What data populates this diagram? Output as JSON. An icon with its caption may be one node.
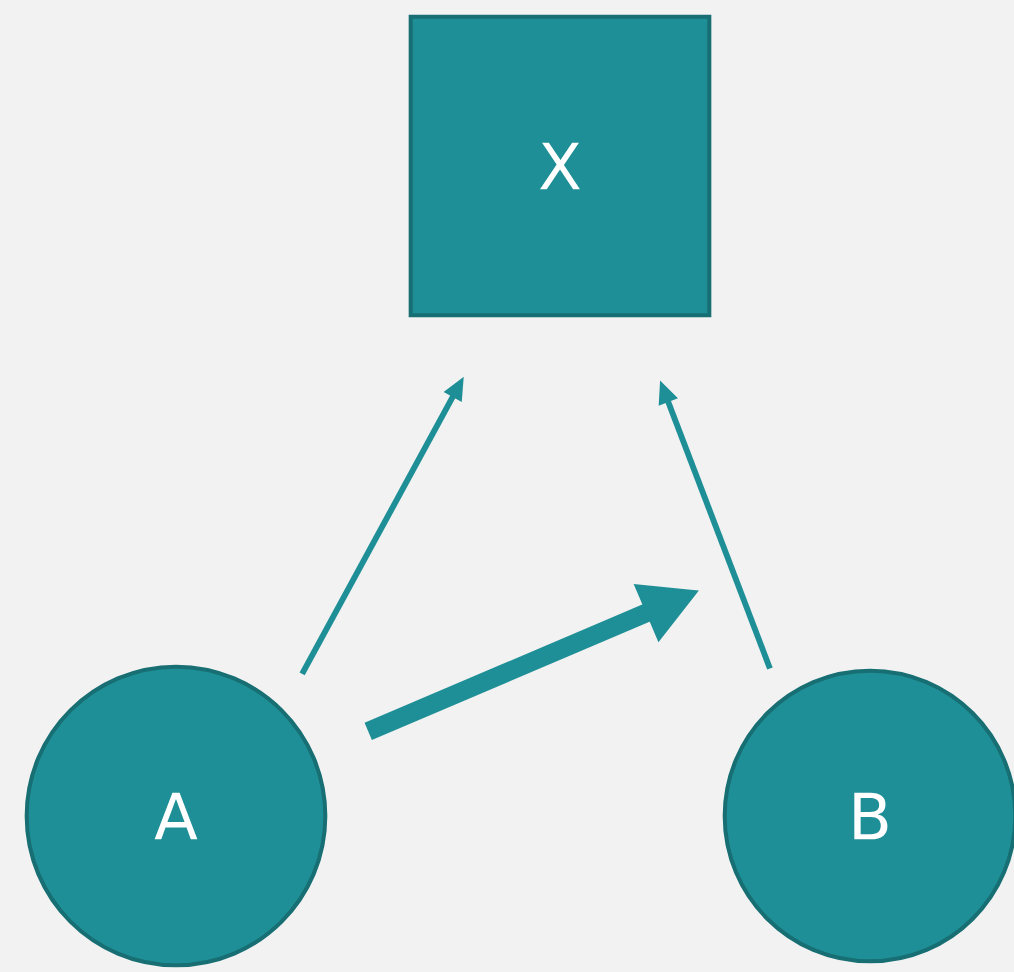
{
  "diagram": {
    "nodes": [
      {
        "text": [
          "X"
        ]
      },
      {
        "text": [
          "A"
        ]
      },
      {
        "text": [
          "B"
        ]
      }
    ],
    "edges": [
      {
        "from": 1,
        "to": 0,
        "arrow": "to"
      },
      {
        "from": 2,
        "to": 0,
        "arrow": "to"
      },
      {
        "from": 1,
        "to": null,
        "arrow": "to",
        "style": "thick"
      }
    ]
  }
}
